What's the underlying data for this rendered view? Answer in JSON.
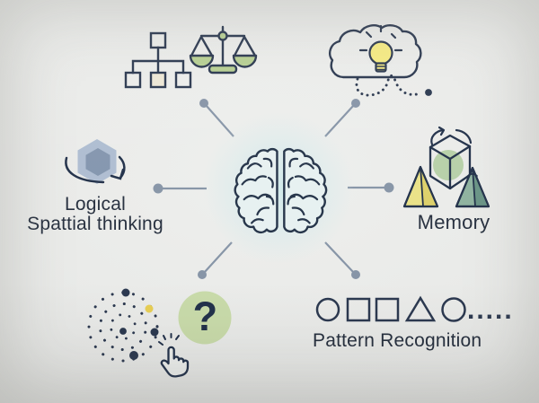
{
  "diagram": {
    "title": "Cognitive skills mind map",
    "center": {
      "icon": "brain-icon"
    },
    "labels": {
      "logical_line1": "Logical",
      "logical_line2": "Spattial thinking",
      "memory": "Memory",
      "pattern_recognition": "Pattern Recognition",
      "question_mark": "?",
      "pattern_trailing_dots": "....."
    },
    "nodes": [
      {
        "position": "top-left",
        "icons": [
          "hierarchy-icon",
          "balance-scale-icon"
        ],
        "label": null
      },
      {
        "position": "top-right",
        "icons": [
          "cloud-lightbulb-icon",
          "idea-dotted-trail"
        ],
        "label": null
      },
      {
        "position": "middle-left",
        "icons": [
          "rotating-hexagon-icon"
        ],
        "label_ref": [
          "logical_line1",
          "logical_line2"
        ]
      },
      {
        "position": "middle-right",
        "icons": [
          "memory-cube-icon",
          "yellow-pyramid-icon",
          "green-pyramid-icon"
        ],
        "label_ref": [
          "memory"
        ]
      },
      {
        "position": "bottom-left",
        "icons": [
          "dot-spiral-icon",
          "question-mark-badge",
          "hand-cursor-icon"
        ],
        "label_ref": [
          "question_mark"
        ]
      },
      {
        "position": "bottom-right",
        "icons": [
          "pattern-shapes-icon"
        ],
        "label_ref": [
          "pattern_recognition",
          "pattern_trailing_dots"
        ]
      }
    ],
    "pattern_shapes_sequence": [
      "circle",
      "square",
      "square",
      "triangle",
      "circle",
      "dots"
    ],
    "colors": {
      "background": "#e9eae8",
      "ink_outline": "#2c3950",
      "text": "#27303f",
      "connector_slate": "#8795a7",
      "scale_green": "#b7cf93",
      "question_circle_green": "#c9dbaa",
      "bulb_yellow": "#f5ea83",
      "hierarchy_cream": "#ece6d4",
      "hexagon_outer": "#aebdd1",
      "hexagon_inner": "#8496ae",
      "pyramid_yellow": "#eae287",
      "pyramid_yellow_dark": "#ddd06a",
      "pyramid_green": "#8fb3a0",
      "pyramid_green_dark": "#6a9486",
      "memory_blob_green": "#aecb9c",
      "spiral_yellow_dot": "#e8cf55",
      "brain_glow": "#cfe9ea",
      "brain_fill": "#e7f1f1"
    }
  }
}
